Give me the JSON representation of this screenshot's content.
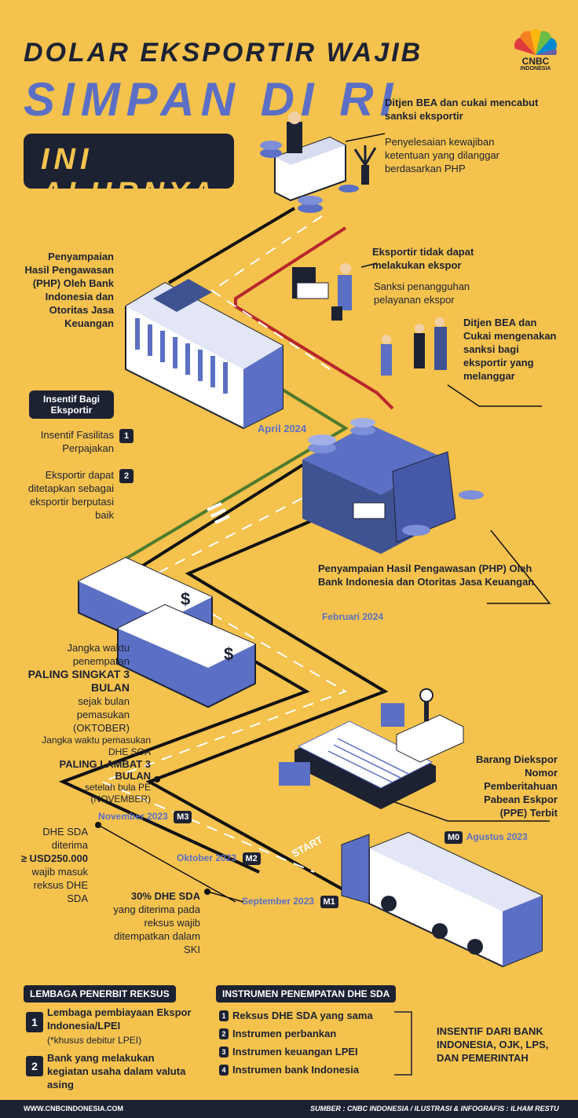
{
  "header": {
    "title_line1": "DOLAR EKSPORTIR WAJIB",
    "title_line2": "SIMPAN DI RI",
    "title_line3": "INI ALURNYA",
    "logo_name": "CNBC",
    "logo_sub": "INDONESIA"
  },
  "steps": {
    "ditjen_top_title": "Ditjen BEA dan cukai mencabut sanksi eksportir",
    "ditjen_top_desc": "Penyelesaian kewajiban ketentuan yang dilanggar berdasarkan PHP",
    "eksportir_title": "Eksportir tidak dapat melakukan ekspor",
    "eksportir_desc": "Sanksi penangguhan pelayanan ekspor",
    "ditjen_sanksi": "Ditjen BEA dan Cukai mengenakan sanksi bagi eksportir yang melanggar",
    "php_left": "Penyampaian Hasil Pengawasan (PHP) Oleh Bank Indonesia dan Otoritas Jasa Keuangan",
    "april": "April 2024",
    "insentif_head": "Insentif Bagi Eksportir",
    "insentif_1": "Insentif Fasilitas Perpajakan",
    "insentif_2": "Eksportir dapat ditetapkan sebagai eksportir berputasi baik",
    "php_right": "Penyampaian Hasil Pengawasan (PHP) Oleh Bank Indonesia dan Otoritas Jasa Keuangan",
    "februari": "Februari 2024",
    "jangka1_a": "Jangka waktu penempatan",
    "jangka1_b": "PALING SINGKAT 3 BULAN",
    "jangka1_c": "sejak bulan pemasukan (OKTOBER)",
    "jangka2_a": "Jangka waktu pemasukan DHE SOA",
    "jangka2_b": "PALING LAMBAT 3 BULAN",
    "jangka2_c": "setelah bula PE (NOVEMBER)",
    "barang": "Barang Diekspor Nomor Pemberitahuan Pabean Eskpor (PPE) Terbit",
    "m0_label": "M0",
    "m0_date": "Agustus 2023",
    "m3_label": "M3",
    "m3_date": "November 2023",
    "m2_label": "M2",
    "m2_date": "Oktober 2023",
    "m1_label": "M1",
    "m1_date": "September 2023",
    "start": "START",
    "dhe_a": "DHE SDA diterima",
    "dhe_b": "≥ USD250.000",
    "dhe_c": "wajib masuk reksus DHE SDA",
    "pct_a": "30% DHE SDA",
    "pct_b": "yang diterima pada reksus wajib ditempatkan dalam SKI"
  },
  "lembaga": {
    "head": "LEMBAGA PENERBIT REKSUS",
    "item1_num": "1",
    "item1_title": "Lembaga pembiayaan Ekspor Indonesia/LPEI",
    "item1_note": "(*khusus debitur LPEI)",
    "item2_num": "2",
    "item2_title": "Bank yang melakukan kegiatan usaha dalam valuta asing"
  },
  "instrumen": {
    "head": "INSTRUMEN PENEMPATAN DHE SDA",
    "items": [
      {
        "num": "1",
        "label": "Reksus DHE SDA yang sama"
      },
      {
        "num": "2",
        "label": "Instrumen perbankan"
      },
      {
        "num": "3",
        "label": "Instrumen keuangan LPEI"
      },
      {
        "num": "4",
        "label": "Instrumen bank Indonesia"
      }
    ],
    "insentif": "INSENTIF DARI BANK INDONESIA, OJK, LPS, DAN PEMERINTAH"
  },
  "footer": {
    "website": "WWW.CNBCINDONESIA.COM",
    "credit": "SUMBER : CNBC INDONESIA / ILUSTRASI & INFOGRAFIS : ILHAM RESTU"
  },
  "colors": {
    "background": "#f4c24d",
    "navy": "#1d2233",
    "blue": "#5b6fc4",
    "red": "#b8262b",
    "green": "#4e7a2d"
  }
}
